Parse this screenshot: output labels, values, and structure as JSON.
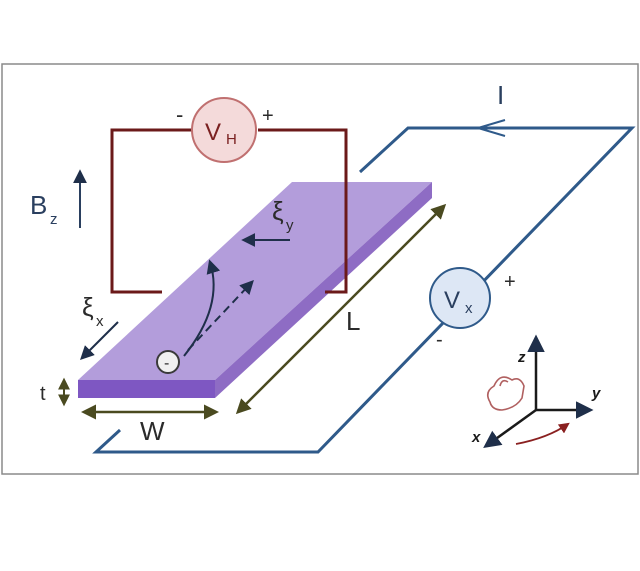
{
  "labels": {
    "hall_voltage_main": "V",
    "hall_voltage_sub": "H",
    "hall_minus": "-",
    "hall_plus": "+",
    "current": "I",
    "field_main": "B",
    "field_sub": "z",
    "xi_y_main": "ξ",
    "xi_y_sub": "y",
    "xi_x_main": "ξ",
    "xi_x_sub": "x",
    "length": "L",
    "width": "W",
    "thickness": "t",
    "vx_main": "V",
    "vx_sub": "x",
    "vx_plus": "+",
    "vx_minus": "-",
    "electron": "-",
    "axis_z": "z",
    "axis_y": "y",
    "axis_x": "x"
  },
  "colors": {
    "frame": "#8a8a8a",
    "hall_circuit": "#6b1a1a",
    "current_circuit": "#2f5a8a",
    "slab_top": "#b39ddb",
    "slab_side": "#9575cd",
    "slab_front": "#7e57c2",
    "hall_meter_fill": "#f4dada",
    "vx_meter_fill": "#dde7f5",
    "arrow_dark": "#1f2f4a",
    "dimension": "#4a4a20"
  }
}
